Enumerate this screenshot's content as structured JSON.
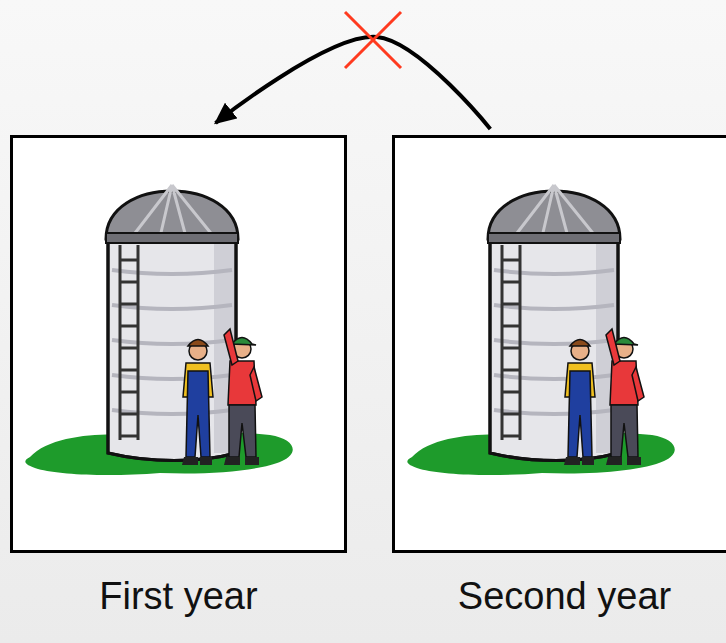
{
  "diagram": {
    "nodes": [
      {
        "text": [
          "First year"
        ]
      },
      {
        "text": [
          "Second year"
        ]
      }
    ],
    "edges": [
      {
        "from": 1,
        "to": 0,
        "arrow": "to"
      }
    ]
  }
}
